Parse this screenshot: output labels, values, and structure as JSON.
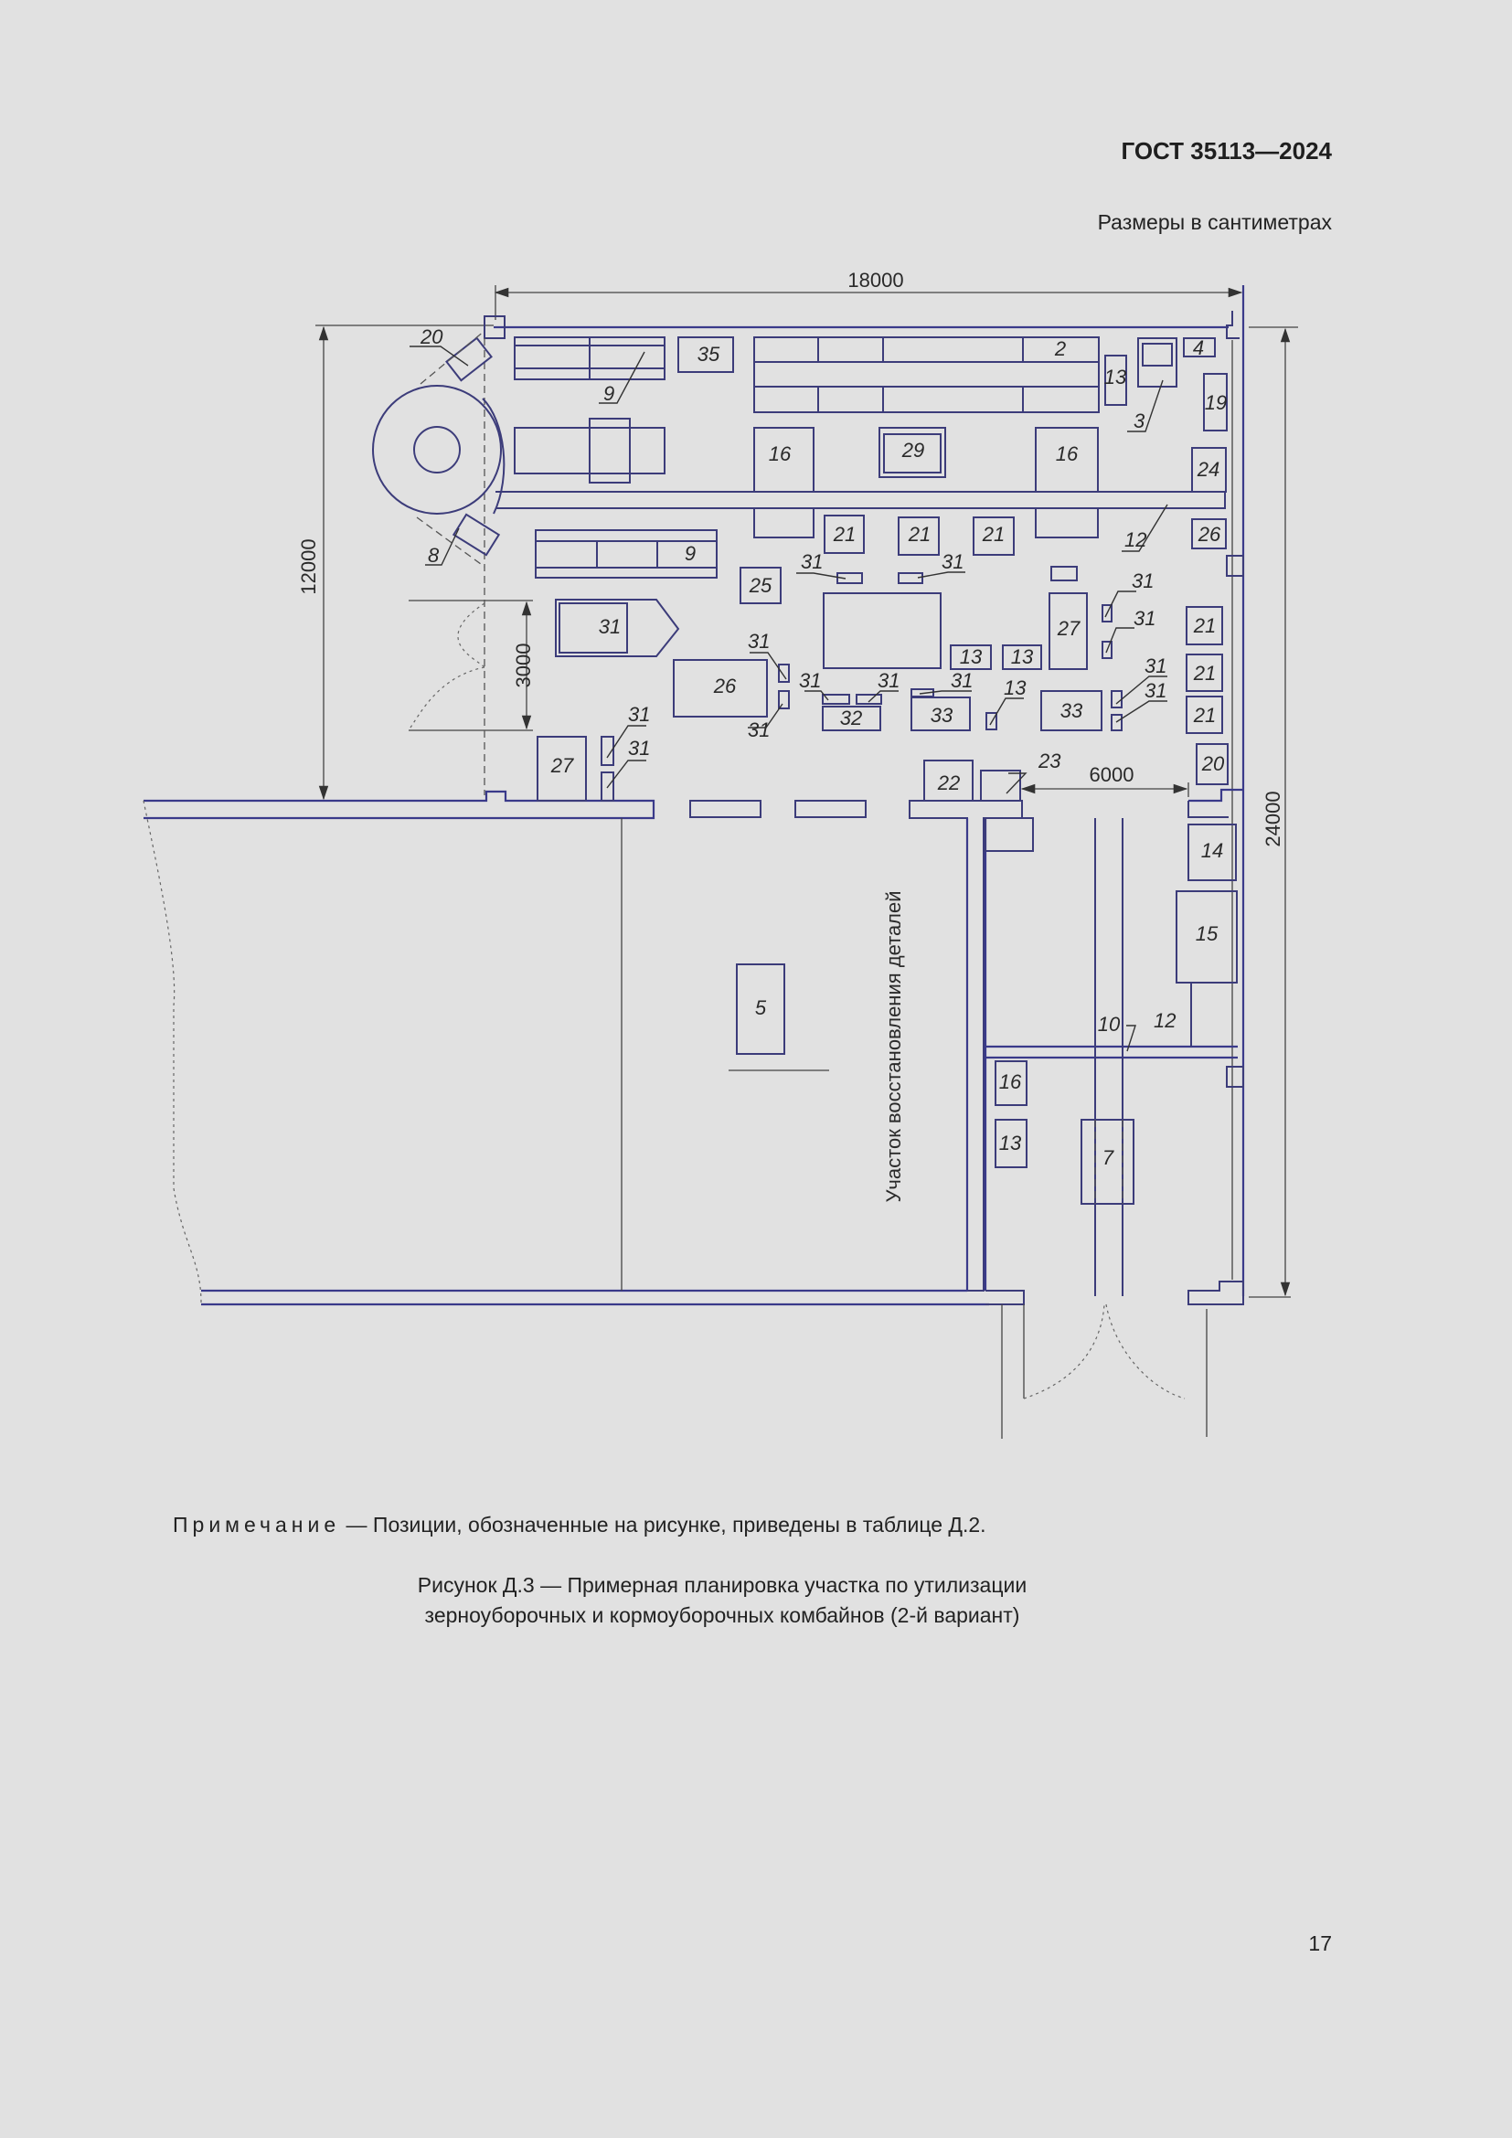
{
  "header": {
    "standard_code": "ГОСТ 35113—2024",
    "units_note": "Размеры в сантиметрах"
  },
  "drawing": {
    "dimensions": {
      "width_top": "18000",
      "height_left": "12000",
      "gate_width": "3000",
      "height_right": "24000",
      "passage": "6000"
    },
    "zone_label": "Участок восстановления деталей",
    "positions": {
      "p2": "2",
      "p3": "3",
      "p4": "4",
      "p5": "5",
      "p7": "7",
      "p8": "8",
      "p9a": "9",
      "p9b": "9",
      "p10": "10",
      "p12a": "12",
      "p12b": "12",
      "p13a": "13",
      "p13b": "13",
      "p13c": "13",
      "p13d": "13",
      "p13e": "13",
      "p14": "14",
      "p15": "15",
      "p16a": "16",
      "p16b": "16",
      "p16c": "16",
      "p19": "19",
      "p20a": "20",
      "p20b": "20",
      "p21a": "21",
      "p21b": "21",
      "p21c": "21",
      "p21d": "21",
      "p21e": "21",
      "p21f": "21",
      "p22": "22",
      "p23": "23",
      "p24": "24",
      "p25": "25",
      "p26a": "26",
      "p26b": "26",
      "p27a": "27",
      "p27b": "27",
      "p29": "29",
      "p31_wash": "31",
      "p31_1": "31",
      "p31_2": "31",
      "p31_3": "31",
      "p31_4": "31",
      "p31_5": "31",
      "p31_6": "31",
      "p31_7": "31",
      "p31_8": "31",
      "p31_9": "31",
      "p31_10": "31",
      "p31_11": "31",
      "p31_12": "31",
      "p31_13": "31",
      "p32": "32",
      "p33a": "33",
      "p33b": "33",
      "p35": "35"
    }
  },
  "note": {
    "label": "Примечание",
    "text": " — Позиции, обозначенные на рисунке, приведены в таблице Д.2."
  },
  "caption": {
    "line1": "Рисунок Д.3 — Примерная планировка участка по утилизации",
    "line2": "зерноуборочных и кормоуборочных комбайнов (2-й вариант)"
  },
  "page_number": "17"
}
